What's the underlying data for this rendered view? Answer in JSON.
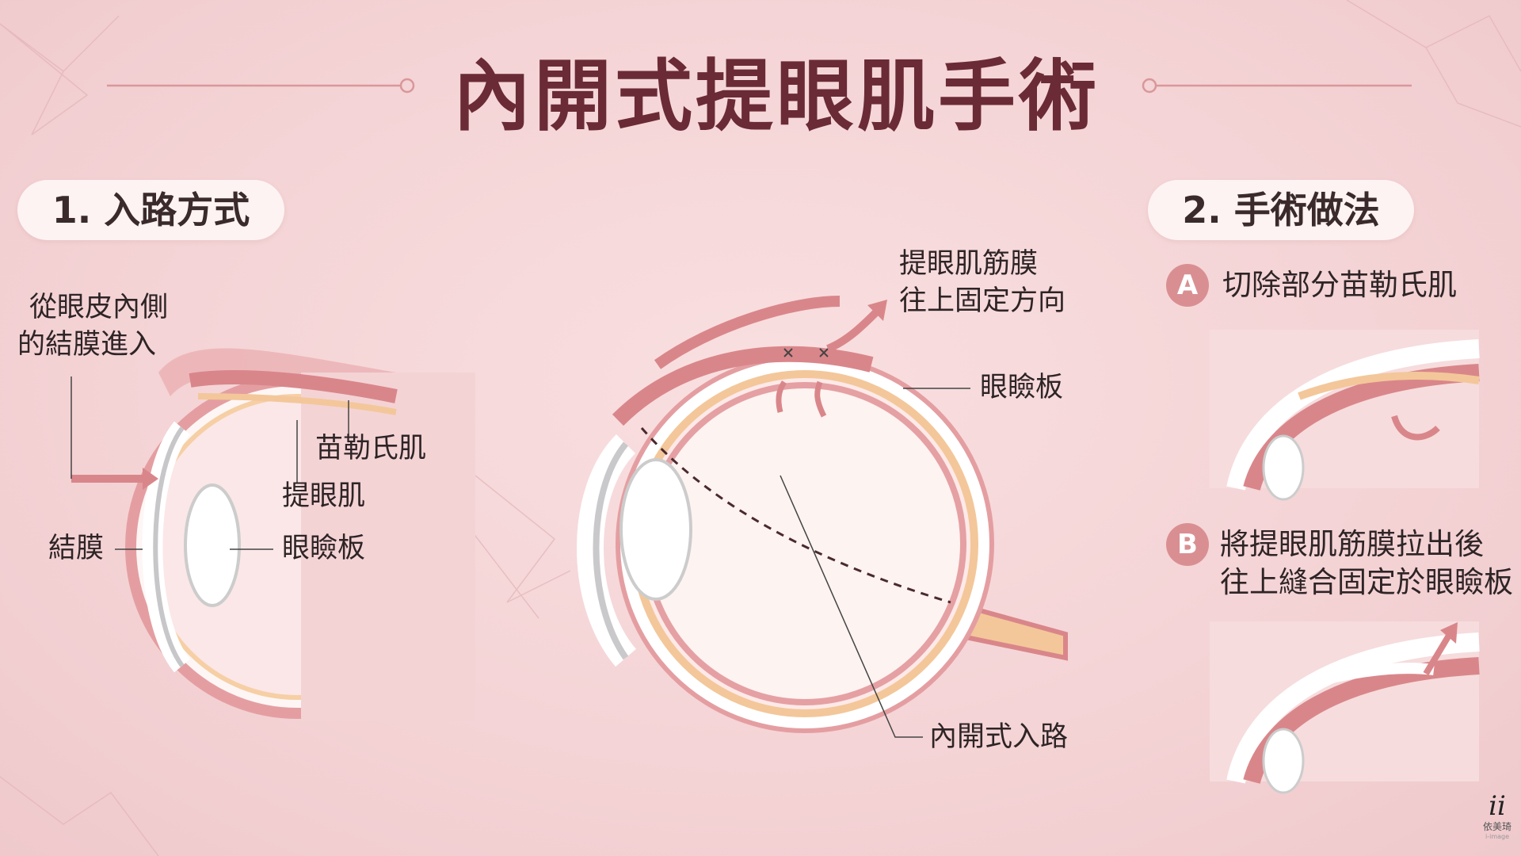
{
  "title": "內開式提眼肌手術",
  "section1": {
    "heading": "1. 入路方式",
    "labels": {
      "entry_line1": "從眼皮內側",
      "entry_line2": "的結膜進入",
      "muller": "苗勒氏肌",
      "levator": "提眼肌",
      "conjunctiva": "結膜",
      "tarsus": "眼瞼板"
    }
  },
  "center_diagram": {
    "labels": {
      "aponeurosis_line1": "提眼肌筋膜",
      "aponeurosis_line2": "往上固定方向",
      "tarsus": "眼瞼板",
      "approach": "內開式入路"
    }
  },
  "section2": {
    "heading": "2. 手術做法",
    "steps": [
      {
        "badge": "A",
        "line1": "切除部分苗勒氏肌"
      },
      {
        "badge": "B",
        "line1": "將提眼肌筋膜拉出後",
        "line2": "往上縫合固定於眼瞼板"
      }
    ]
  },
  "logo": {
    "mark": "ii",
    "name": "依美琦",
    "sub": "i-image"
  },
  "colors": {
    "title": "#6a2b36",
    "muscle": "#d98a8c",
    "tarsus": "#f3c79a",
    "badge": "#d98f92",
    "background": "#f6d9db"
  }
}
